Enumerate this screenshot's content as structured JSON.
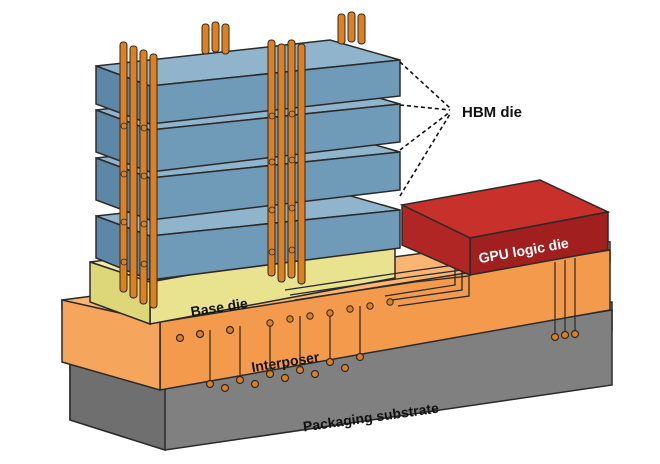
{
  "labels": {
    "hbm": "HBM die",
    "gpu": "GPU logic die",
    "base": "Base die",
    "interposer": "Interposer",
    "substrate": "Packaging substrate"
  },
  "colors": {
    "hbm_top": "#8fb4cc",
    "hbm_front": "#6f9ab8",
    "hbm_side": "#5d87a6",
    "gpu_top": "#c8302c",
    "gpu_front": "#a11f1e",
    "base_top": "#f1eca8",
    "base_front": "#e7e089",
    "interposer_top": "#fbb572",
    "interposer_front": "#f39a4c",
    "substrate_top": "#9a9a9a",
    "substrate_front": "#777777",
    "pillar": "#e07f1e",
    "outline": "#2a2a2a"
  }
}
